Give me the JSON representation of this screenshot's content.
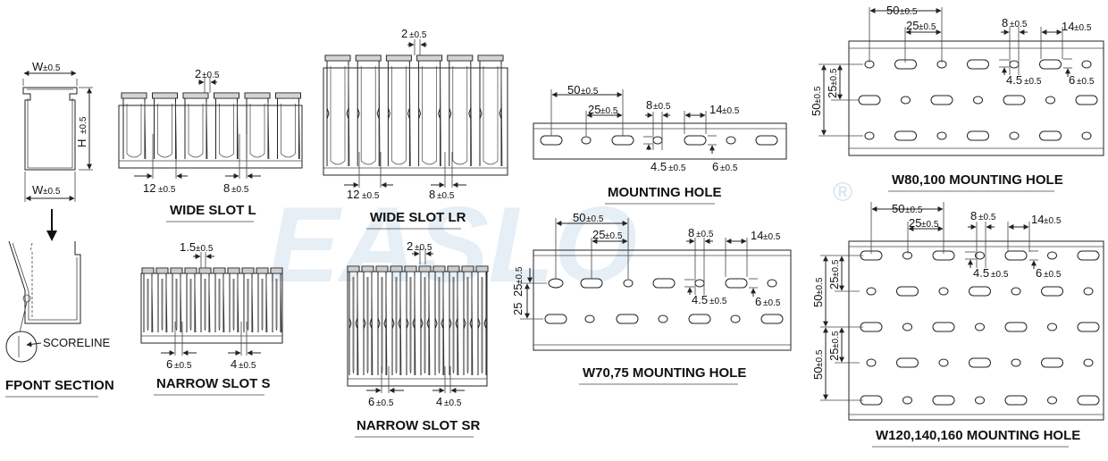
{
  "watermark": {
    "brand": "EASLO",
    "reg": "®"
  },
  "front_section": {
    "title": "FPONT SECTION",
    "w_top": "W",
    "w_top_tol": "±0.5",
    "h": "H",
    "h_tol": "±0.5",
    "w_bot": "W",
    "w_bot_tol": "±0.5",
    "scoreline": "SCORELINE"
  },
  "wide_slot_l": {
    "title": "WIDE SLOT L",
    "gap": "2",
    "gap_tol": "±0.5",
    "a": "12",
    "a_tol": "±0.5",
    "b": "8",
    "b_tol": "±0.5"
  },
  "wide_slot_lr": {
    "title": "WIDE SLOT LR",
    "gap": "2",
    "gap_tol": "±0.5",
    "a": "12",
    "a_tol": "±0.5",
    "b": "8",
    "b_tol": "±0.5"
  },
  "narrow_slot_s": {
    "title": "NARROW SLOT S",
    "gap": "1.5",
    "gap_tol": "±0.5",
    "a": "6",
    "a_tol": "±0.5",
    "b": "4",
    "b_tol": "±0.5"
  },
  "narrow_slot_sr": {
    "title": "NARROW SLOT SR",
    "gap": "2",
    "gap_tol": "±0.5",
    "a": "6",
    "a_tol": "±0.5",
    "b": "4",
    "b_tol": "±0.5"
  },
  "mounting_hole": {
    "title": "MOUNTING HOLE",
    "d50": "50",
    "d25": "25",
    "d8": "8",
    "d14": "14",
    "d45": "4.5",
    "d6": "6",
    "tol": "±0.5"
  },
  "w70_75": {
    "title": "W70,75 MOUNTING HOLE",
    "d50": "50",
    "d25": "25",
    "d8": "8",
    "d14": "14",
    "d45": "4.5",
    "d6": "6",
    "v25": "25",
    "v25b": "25",
    "tol": "±0.5"
  },
  "w80_100": {
    "title": "W80,100 MOUNTING HOLE",
    "d50": "50",
    "d25": "25",
    "d8": "8",
    "d14": "14",
    "d45": "4.5",
    "d6": "6",
    "v50": "50",
    "v25": "25",
    "tol": "±0.5"
  },
  "w120": {
    "title": "W120,140,160 MOUNTING HOLE",
    "d50": "50",
    "d25": "25",
    "d8": "8",
    "d14": "14",
    "d45": "4.5",
    "d6": "6",
    "v50a": "50",
    "v25a": "25",
    "v50b": "50",
    "v25b": "25",
    "tol": "±0.5"
  }
}
